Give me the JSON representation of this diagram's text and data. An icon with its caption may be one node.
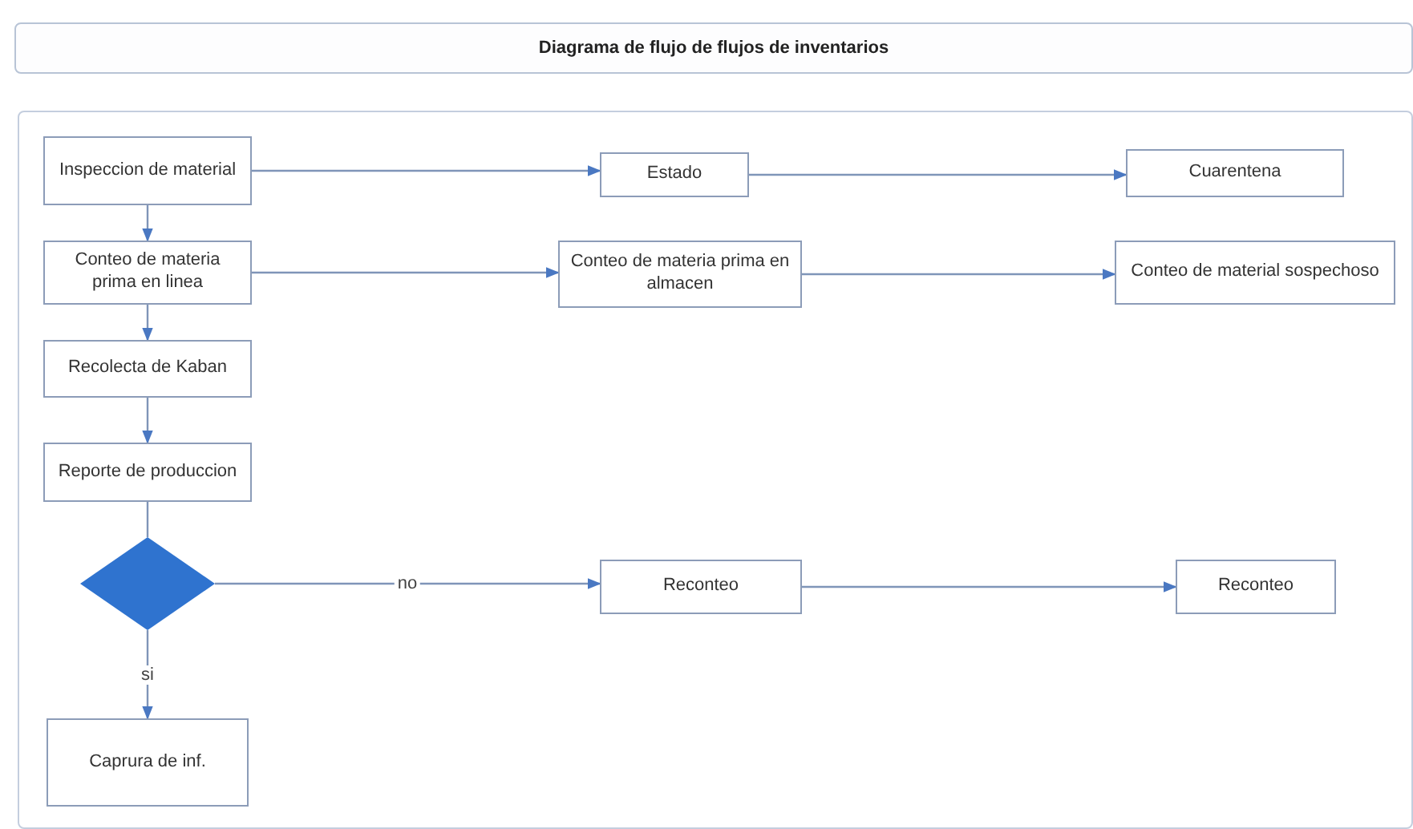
{
  "diagram": {
    "title": "Diagrama de flujo de flujos de inventarios",
    "nodes": [
      {
        "text": [
          "Inspeccion de material"
        ]
      },
      {
        "text": [
          "Estado"
        ]
      },
      {
        "text": [
          "Cuarentena"
        ]
      },
      {
        "text": [
          "Conteo de materia prima en linea"
        ]
      },
      {
        "text": [
          "Conteo de materia prima en almacen"
        ]
      },
      {
        "text": [
          "Conteo de material sospechoso"
        ]
      },
      {
        "text": [
          "Recolecta de Kaban"
        ]
      },
      {
        "text": [
          "Reporte de produccion"
        ]
      },
      {
        "text": [],
        "shape": "diamond"
      },
      {
        "text": [
          "Reconteo"
        ]
      },
      {
        "text": [
          "Reconteo"
        ]
      },
      {
        "text": [
          "Caprura de inf."
        ]
      }
    ],
    "edges": [
      {
        "from": 0,
        "to": 1,
        "arrow": "to"
      },
      {
        "from": 1,
        "to": 2,
        "arrow": "to"
      },
      {
        "from": 0,
        "to": 3,
        "arrow": "to"
      },
      {
        "from": 3,
        "to": 4,
        "arrow": "to"
      },
      {
        "from": 4,
        "to": 5,
        "arrow": "to"
      },
      {
        "from": 3,
        "to": 6,
        "arrow": "to"
      },
      {
        "from": 6,
        "to": 7,
        "arrow": "to"
      },
      {
        "from": 7,
        "to": 8,
        "arrow": "none"
      },
      {
        "from": 8,
        "to": 9,
        "label": "no",
        "arrow": "to"
      },
      {
        "from": 9,
        "to": 10,
        "arrow": "to"
      },
      {
        "from": 8,
        "to": 11,
        "label": "si",
        "arrow": "to"
      }
    ]
  }
}
